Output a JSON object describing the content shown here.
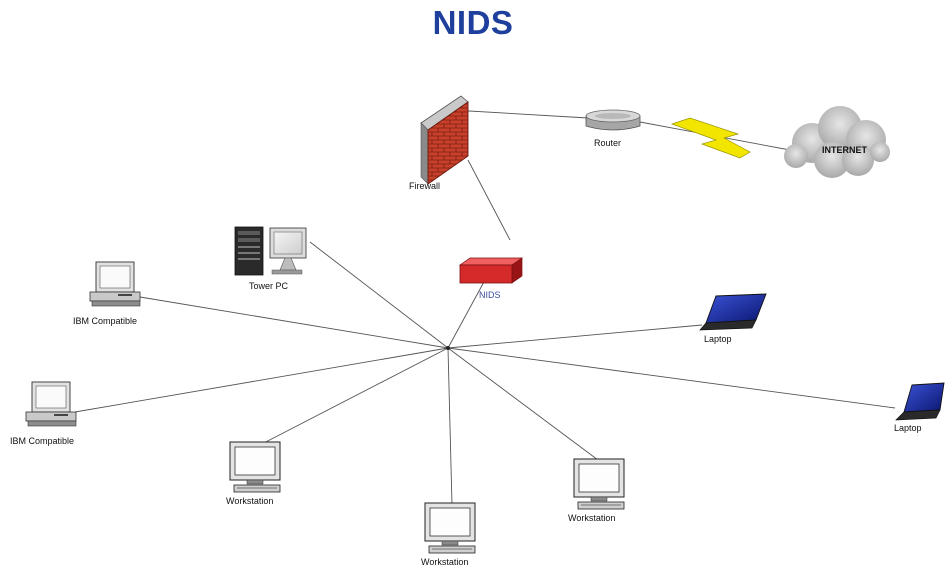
{
  "title": "NIDS",
  "nodes": {
    "firewall": "Firewall",
    "router": "Router",
    "internet": "INTERNET",
    "nids": "NIDS",
    "tower_pc": "Tower PC",
    "ibm_compatible_1": "IBM Compatible",
    "ibm_compatible_2": "IBM Compatible",
    "workstation_1": "Workstation",
    "workstation_2": "Workstation",
    "workstation_3": "Workstation",
    "laptop_1": "Laptop",
    "laptop_2": "Laptop"
  },
  "colors": {
    "title": "#1f3f9c",
    "firewall_brick": "#c8402a",
    "nids_device": "#d42a2a",
    "lightning": "#f2e600",
    "laptop_screen": "#1a2a9a"
  }
}
